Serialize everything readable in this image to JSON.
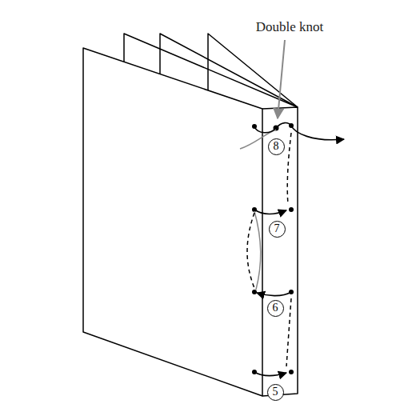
{
  "diagram": {
    "nodes": [
      {
        "text": [
          "8"
        ]
      },
      {
        "text": [
          "7"
        ]
      },
      {
        "text": [
          "6"
        ]
      },
      {
        "text": [
          "5"
        ]
      }
    ],
    "labels": [
      "Double knot"
    ]
  }
}
